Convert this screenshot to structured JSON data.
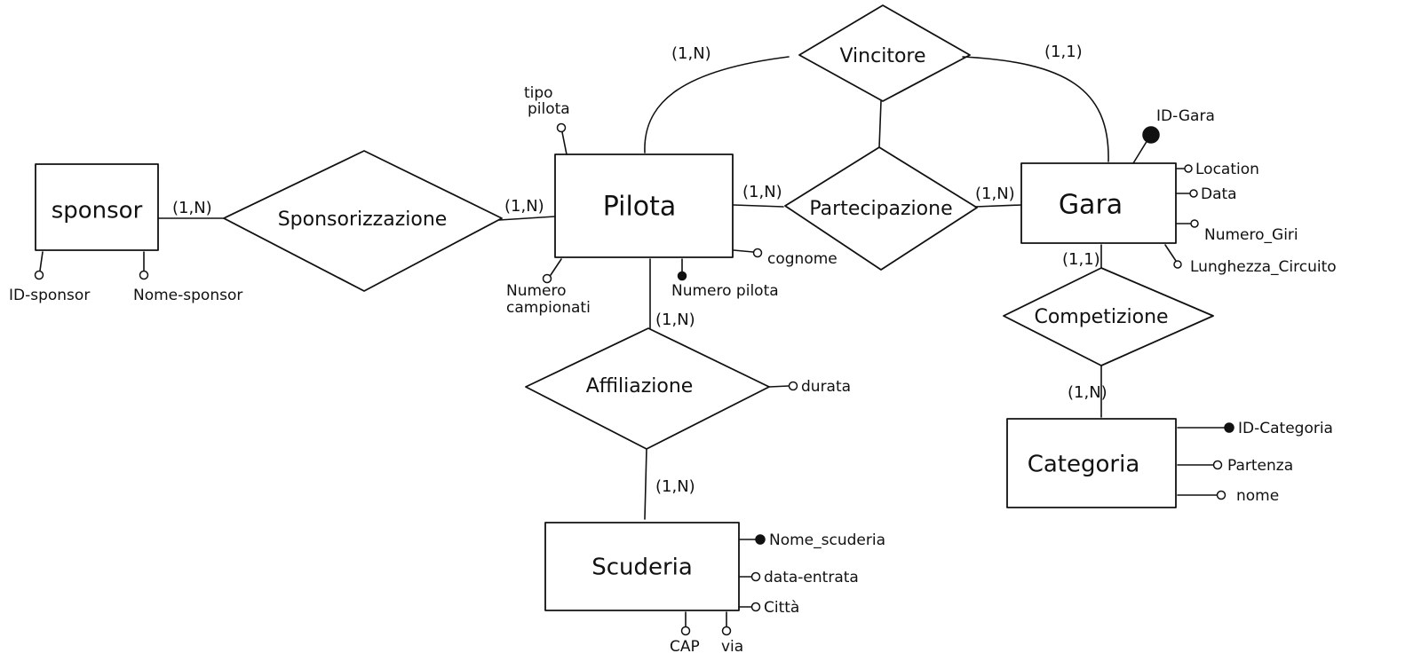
{
  "entities": {
    "sponsor": "sponsor",
    "pilota": "Pilota",
    "gara": "Gara",
    "categoria": "Categoria",
    "scuderia": "Scuderia"
  },
  "relationships": {
    "sponsorizzazione": "Sponsorizzazione",
    "vincitore": "Vincitore",
    "partecipazione": "Partecipazione",
    "affiliazione": "Affiliazione",
    "competizione": "Competizione"
  },
  "attributes": {
    "sponsor_id": "ID-sponsor",
    "sponsor_nome": "Nome-sponsor",
    "pilota_tipo_line1": "tipo",
    "pilota_tipo_line2": "pilota",
    "pilota_numero_campionati_line1": "Numero",
    "pilota_numero_campionati_line2": "campionati",
    "pilota_numero_pilota": "Numero pilota",
    "pilota_cognome": "cognome",
    "gara_id": "ID-Gara",
    "gara_location": "Location",
    "gara_data": "Data",
    "gara_numero_giri": "Numero_Giri",
    "gara_lunghezza_circuito": "Lunghezza_Circuito",
    "categoria_id": "ID-Categoria",
    "categoria_partenza": "Partenza",
    "categoria_nome": "nome",
    "scuderia_nome": "Nome_scuderia",
    "scuderia_data_entrata": "data-entrata",
    "scuderia_citta": "Città",
    "scuderia_cap": "CAP",
    "scuderia_via": "via",
    "affiliazione_durata": "durata"
  },
  "cardinalities": {
    "sponsor_sponsorizzazione": "(1,N)",
    "pilota_sponsorizzazione": "(1,N)",
    "pilota_vincitore": "(1,N)",
    "gara_vincitore": "(1,1)",
    "pilota_partecipazione": "(1,N)",
    "gara_partecipazione": "(1,N)",
    "pilota_affiliazione": "(1,N)",
    "scuderia_affiliazione": "(1,N)",
    "gara_competizione": "(1,1)",
    "categoria_competizione": "(1,N)"
  }
}
